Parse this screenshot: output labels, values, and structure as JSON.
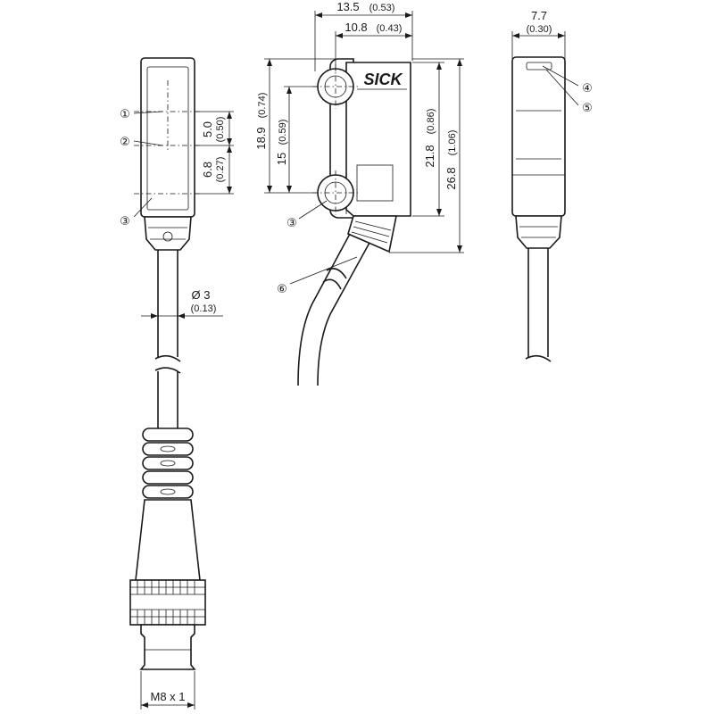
{
  "brand_label": "SICK",
  "dimensions": {
    "width_total": "13.5",
    "width_total_in": "(0.53)",
    "width_body": "10.8",
    "width_body_in": "(0.43)",
    "depth": "7.7",
    "depth_in": "(0.30)",
    "hole_spacing_outer": "18.9",
    "hole_spacing_outer_in": "(0.74)",
    "hole_spacing_inner": "15",
    "hole_spacing_inner_in": "(0.59)",
    "height_body": "21.8",
    "height_body_in": "(0.86)",
    "height_total": "26.8",
    "height_total_in": "(1.06)",
    "axis_upper": "5.0",
    "axis_upper_in": "(0.50)",
    "axis_lower": "6.8",
    "axis_lower_in": "(0.27)",
    "cable_dia": "Ø 3",
    "cable_dia_in": "(0.13)",
    "connector_thread": "M8 x 1"
  },
  "callouts": [
    "①",
    "②",
    "③",
    "③",
    "④",
    "⑤",
    "⑥"
  ]
}
